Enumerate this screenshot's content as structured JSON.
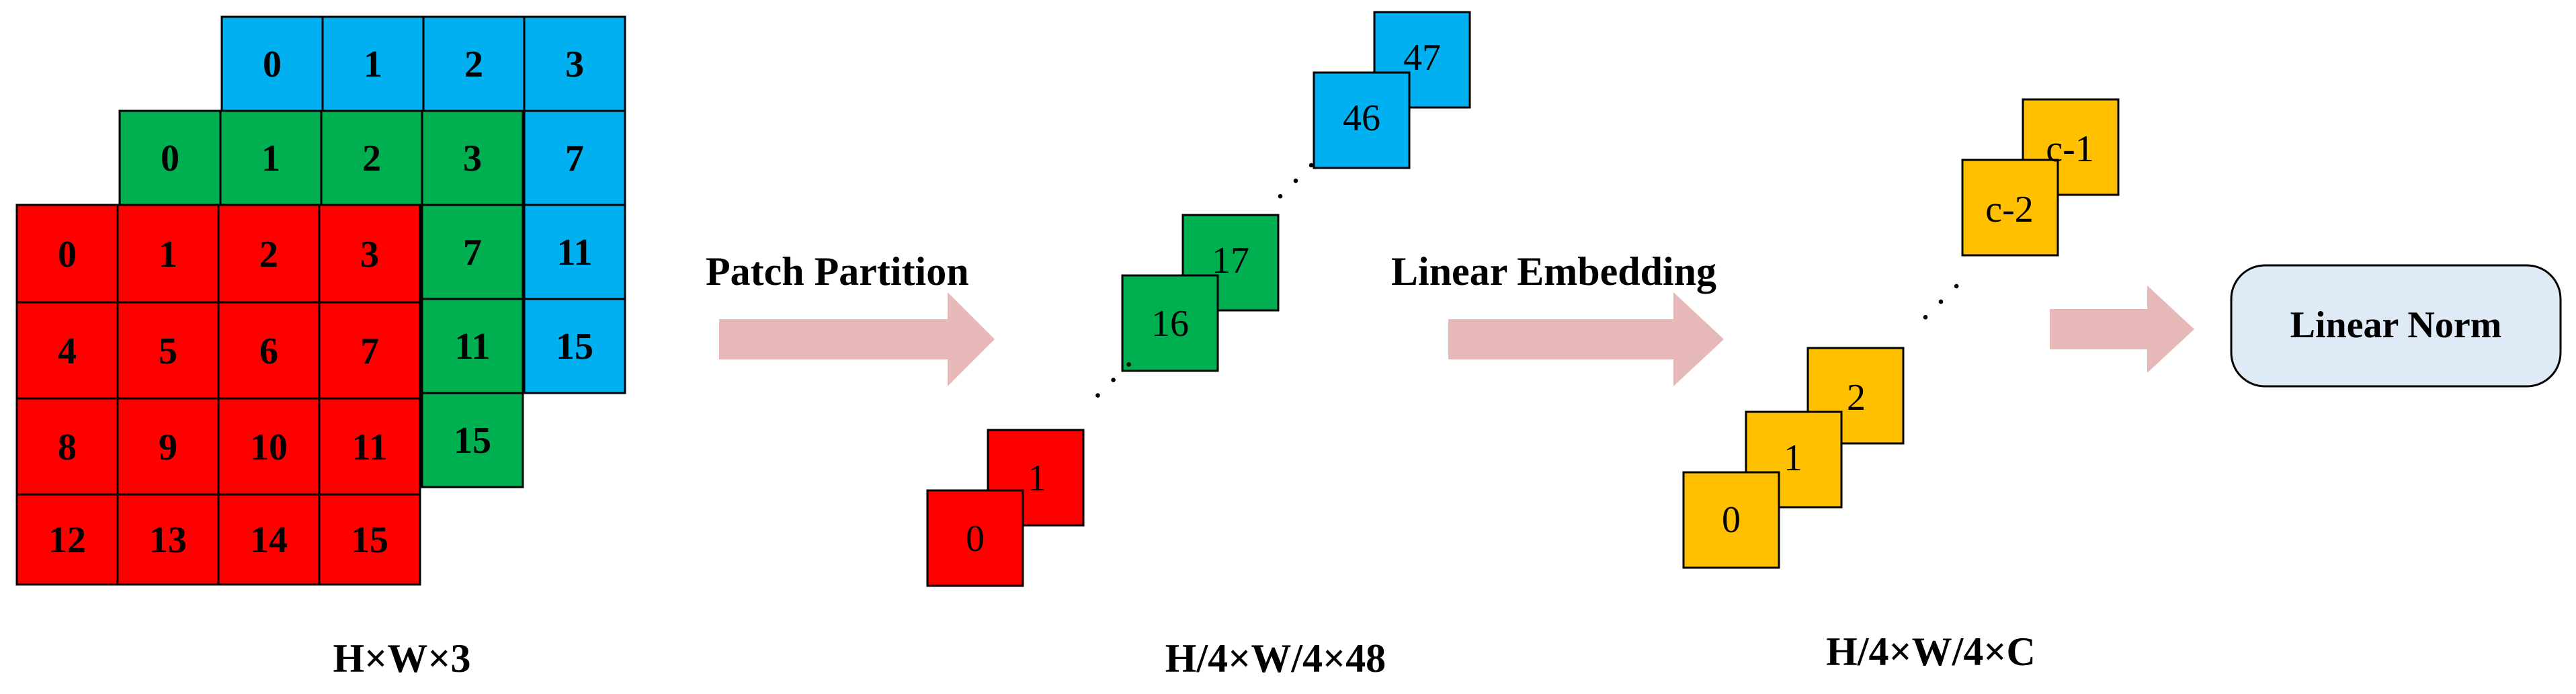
{
  "colors": {
    "red": "#ff0000",
    "green": "#00b050",
    "blue": "#00b0f0",
    "yellow": "#ffc000",
    "arrow": "#e6b8b7",
    "norm_box": "#deebf7"
  },
  "input": {
    "label": "H×W×3",
    "channels": [
      {
        "name": "red",
        "cells": [
          "0",
          "1",
          "2",
          "3",
          "4",
          "5",
          "6",
          "7",
          "8",
          "9",
          "10",
          "11",
          "12",
          "13",
          "14",
          "15"
        ]
      },
      {
        "name": "green",
        "visible_cells": [
          "0",
          "1",
          "2",
          "3",
          "7",
          "11",
          "15"
        ]
      },
      {
        "name": "blue",
        "visible_cells": [
          "0",
          "1",
          "2",
          "3",
          "7",
          "11",
          "15"
        ]
      }
    ]
  },
  "step1": {
    "label": "Patch Partition"
  },
  "patches": {
    "label": "H/4×W/4×48",
    "items": [
      "0",
      "1",
      "16",
      "17",
      "46",
      "47"
    ],
    "ellipsis": "· · ·"
  },
  "step2": {
    "label": "Linear Embedding"
  },
  "embeddings": {
    "label": "H/4×W/4×C",
    "items": [
      "0",
      "1",
      "2",
      "c-2",
      "c-1"
    ],
    "ellipsis": "· · ·"
  },
  "output": {
    "label": "Linear Norm"
  }
}
